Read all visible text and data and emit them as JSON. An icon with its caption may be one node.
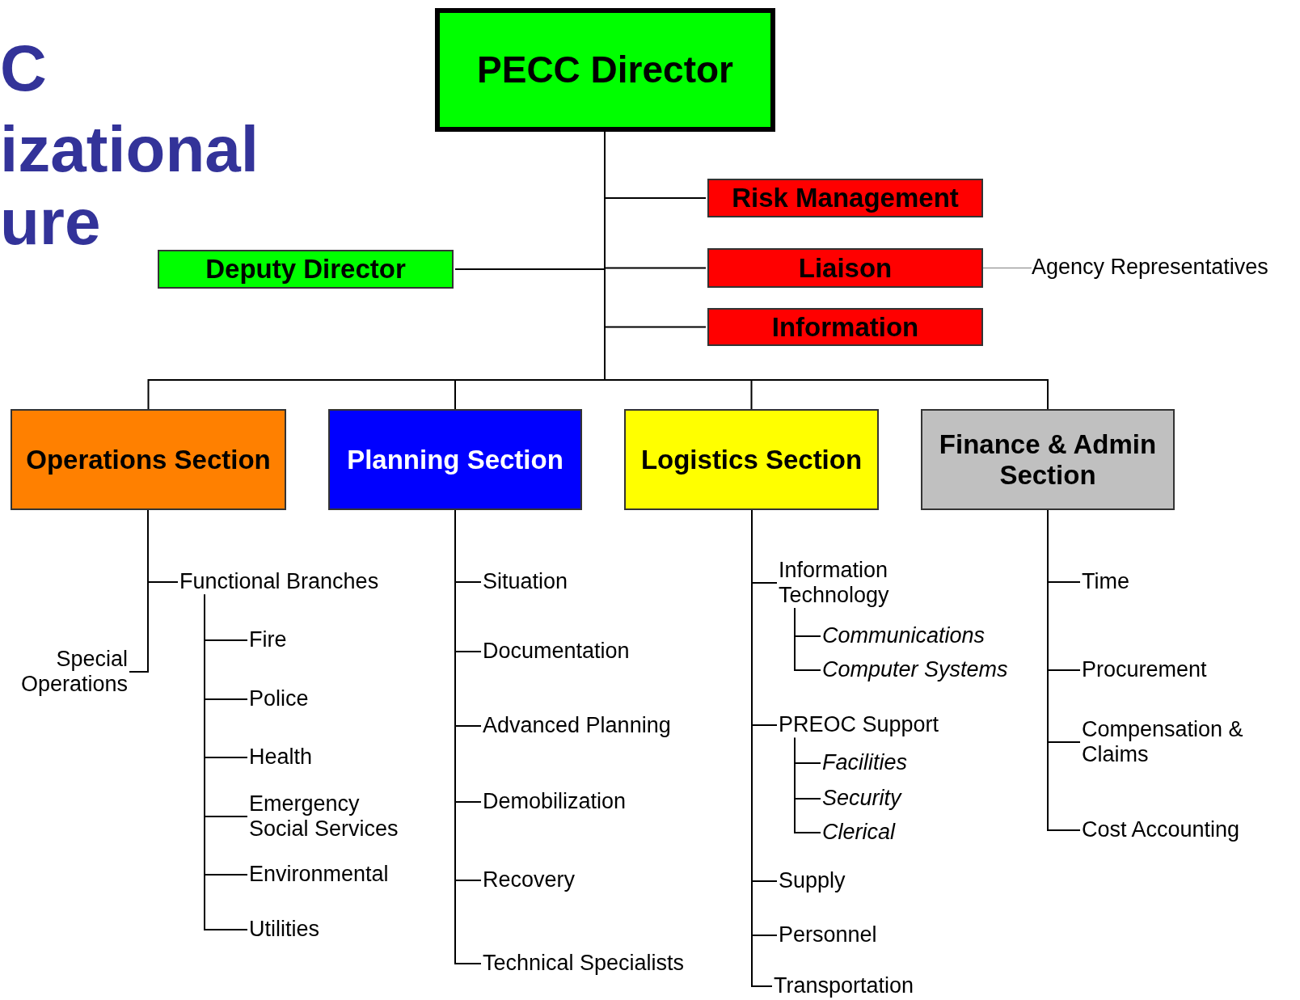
{
  "diagram": {
    "nodes": [
      {
        "text": [
          "PECC Director"
        ]
      },
      {
        "text": [
          "Risk Management"
        ]
      },
      {
        "text": [
          "Deputy Director"
        ]
      },
      {
        "text": [
          "Liaison"
        ]
      },
      {
        "text": [
          "Agency Representatives"
        ]
      },
      {
        "text": [
          "Information"
        ]
      },
      {
        "text": [
          "Operations Section"
        ]
      },
      {
        "text": [
          "Planning Section"
        ]
      },
      {
        "text": [
          "Logistics Section"
        ]
      },
      {
        "text": [
          "Finance & Admin Section"
        ]
      },
      {
        "text": [
          "Functional Branches"
        ]
      },
      {
        "text": [
          "Special Operations"
        ]
      },
      {
        "text": [
          "Fire"
        ]
      },
      {
        "text": [
          "Police"
        ]
      },
      {
        "text": [
          "Health"
        ]
      },
      {
        "text": [
          "Emergency Social Services"
        ]
      },
      {
        "text": [
          "Environmental"
        ]
      },
      {
        "text": [
          "Utilities"
        ]
      },
      {
        "text": [
          "Situation"
        ]
      },
      {
        "text": [
          "Documentation"
        ]
      },
      {
        "text": [
          "Advanced Planning"
        ]
      },
      {
        "text": [
          "Demobilization"
        ]
      },
      {
        "text": [
          "Recovery"
        ]
      },
      {
        "text": [
          "Technical Specialists"
        ]
      },
      {
        "text": [
          "Information Technology"
        ]
      },
      {
        "text": [
          "Communications"
        ]
      },
      {
        "text": [
          "Computer Systems"
        ]
      },
      {
        "text": [
          "PREOC Support"
        ]
      },
      {
        "text": [
          "Facilities"
        ]
      },
      {
        "text": [
          "Security"
        ]
      },
      {
        "text": [
          "Clerical"
        ]
      },
      {
        "text": [
          "Supply"
        ]
      },
      {
        "text": [
          "Personnel"
        ]
      },
      {
        "text": [
          "Transportation"
        ]
      },
      {
        "text": [
          "Time"
        ]
      },
      {
        "text": [
          "Procurement"
        ]
      },
      {
        "text": [
          "Compensation & Claims"
        ]
      },
      {
        "text": [
          "Cost Accounting"
        ]
      }
    ],
    "edges": [
      {
        "from": 0,
        "to": 1,
        "arrow": "none"
      },
      {
        "from": 0,
        "to": 2,
        "arrow": "none"
      },
      {
        "from": 0,
        "to": 3,
        "arrow": "none"
      },
      {
        "from": 3,
        "to": 4,
        "arrow": "none",
        "color": "#808080"
      },
      {
        "from": 0,
        "to": 5,
        "arrow": "none"
      },
      {
        "from": 0,
        "to": 6,
        "arrow": "none"
      },
      {
        "from": 0,
        "to": 7,
        "arrow": "none"
      },
      {
        "from": 0,
        "to": 8,
        "arrow": "none"
      },
      {
        "from": 0,
        "to": 9,
        "arrow": "none"
      },
      {
        "from": 6,
        "to": 10,
        "arrow": "none"
      },
      {
        "from": 6,
        "to": 11,
        "arrow": "none"
      },
      {
        "from": 10,
        "to": 12,
        "arrow": "none"
      },
      {
        "from": 10,
        "to": 13,
        "arrow": "none"
      },
      {
        "from": 10,
        "to": 14,
        "arrow": "none"
      },
      {
        "from": 10,
        "to": 15,
        "arrow": "none"
      },
      {
        "from": 10,
        "to": 16,
        "arrow": "none"
      },
      {
        "from": 10,
        "to": 17,
        "arrow": "none"
      },
      {
        "from": 7,
        "to": 18,
        "arrow": "none"
      },
      {
        "from": 7,
        "to": 19,
        "arrow": "none"
      },
      {
        "from": 7,
        "to": 20,
        "arrow": "none"
      },
      {
        "from": 7,
        "to": 21,
        "arrow": "none"
      },
      {
        "from": 7,
        "to": 22,
        "arrow": "none"
      },
      {
        "from": 7,
        "to": 23,
        "arrow": "none"
      },
      {
        "from": 8,
        "to": 24,
        "arrow": "none"
      },
      {
        "from": 24,
        "to": 25,
        "arrow": "none"
      },
      {
        "from": 24,
        "to": 26,
        "arrow": "none"
      },
      {
        "from": 8,
        "to": 27,
        "arrow": "none"
      },
      {
        "from": 27,
        "to": 28,
        "arrow": "none"
      },
      {
        "from": 27,
        "to": 29,
        "arrow": "none"
      },
      {
        "from": 27,
        "to": 30,
        "arrow": "none"
      },
      {
        "from": 8,
        "to": 31,
        "arrow": "none"
      },
      {
        "from": 8,
        "to": 32,
        "arrow": "none"
      },
      {
        "from": 8,
        "to": 33,
        "arrow": "none"
      },
      {
        "from": 9,
        "to": 34,
        "arrow": "none"
      },
      {
        "from": 9,
        "to": 35,
        "arrow": "none"
      },
      {
        "from": 9,
        "to": 36,
        "arrow": "none"
      },
      {
        "from": 9,
        "to": 37,
        "arrow": "none"
      }
    ],
    "labels": [
      "C",
      "izational",
      "ure"
    ]
  }
}
